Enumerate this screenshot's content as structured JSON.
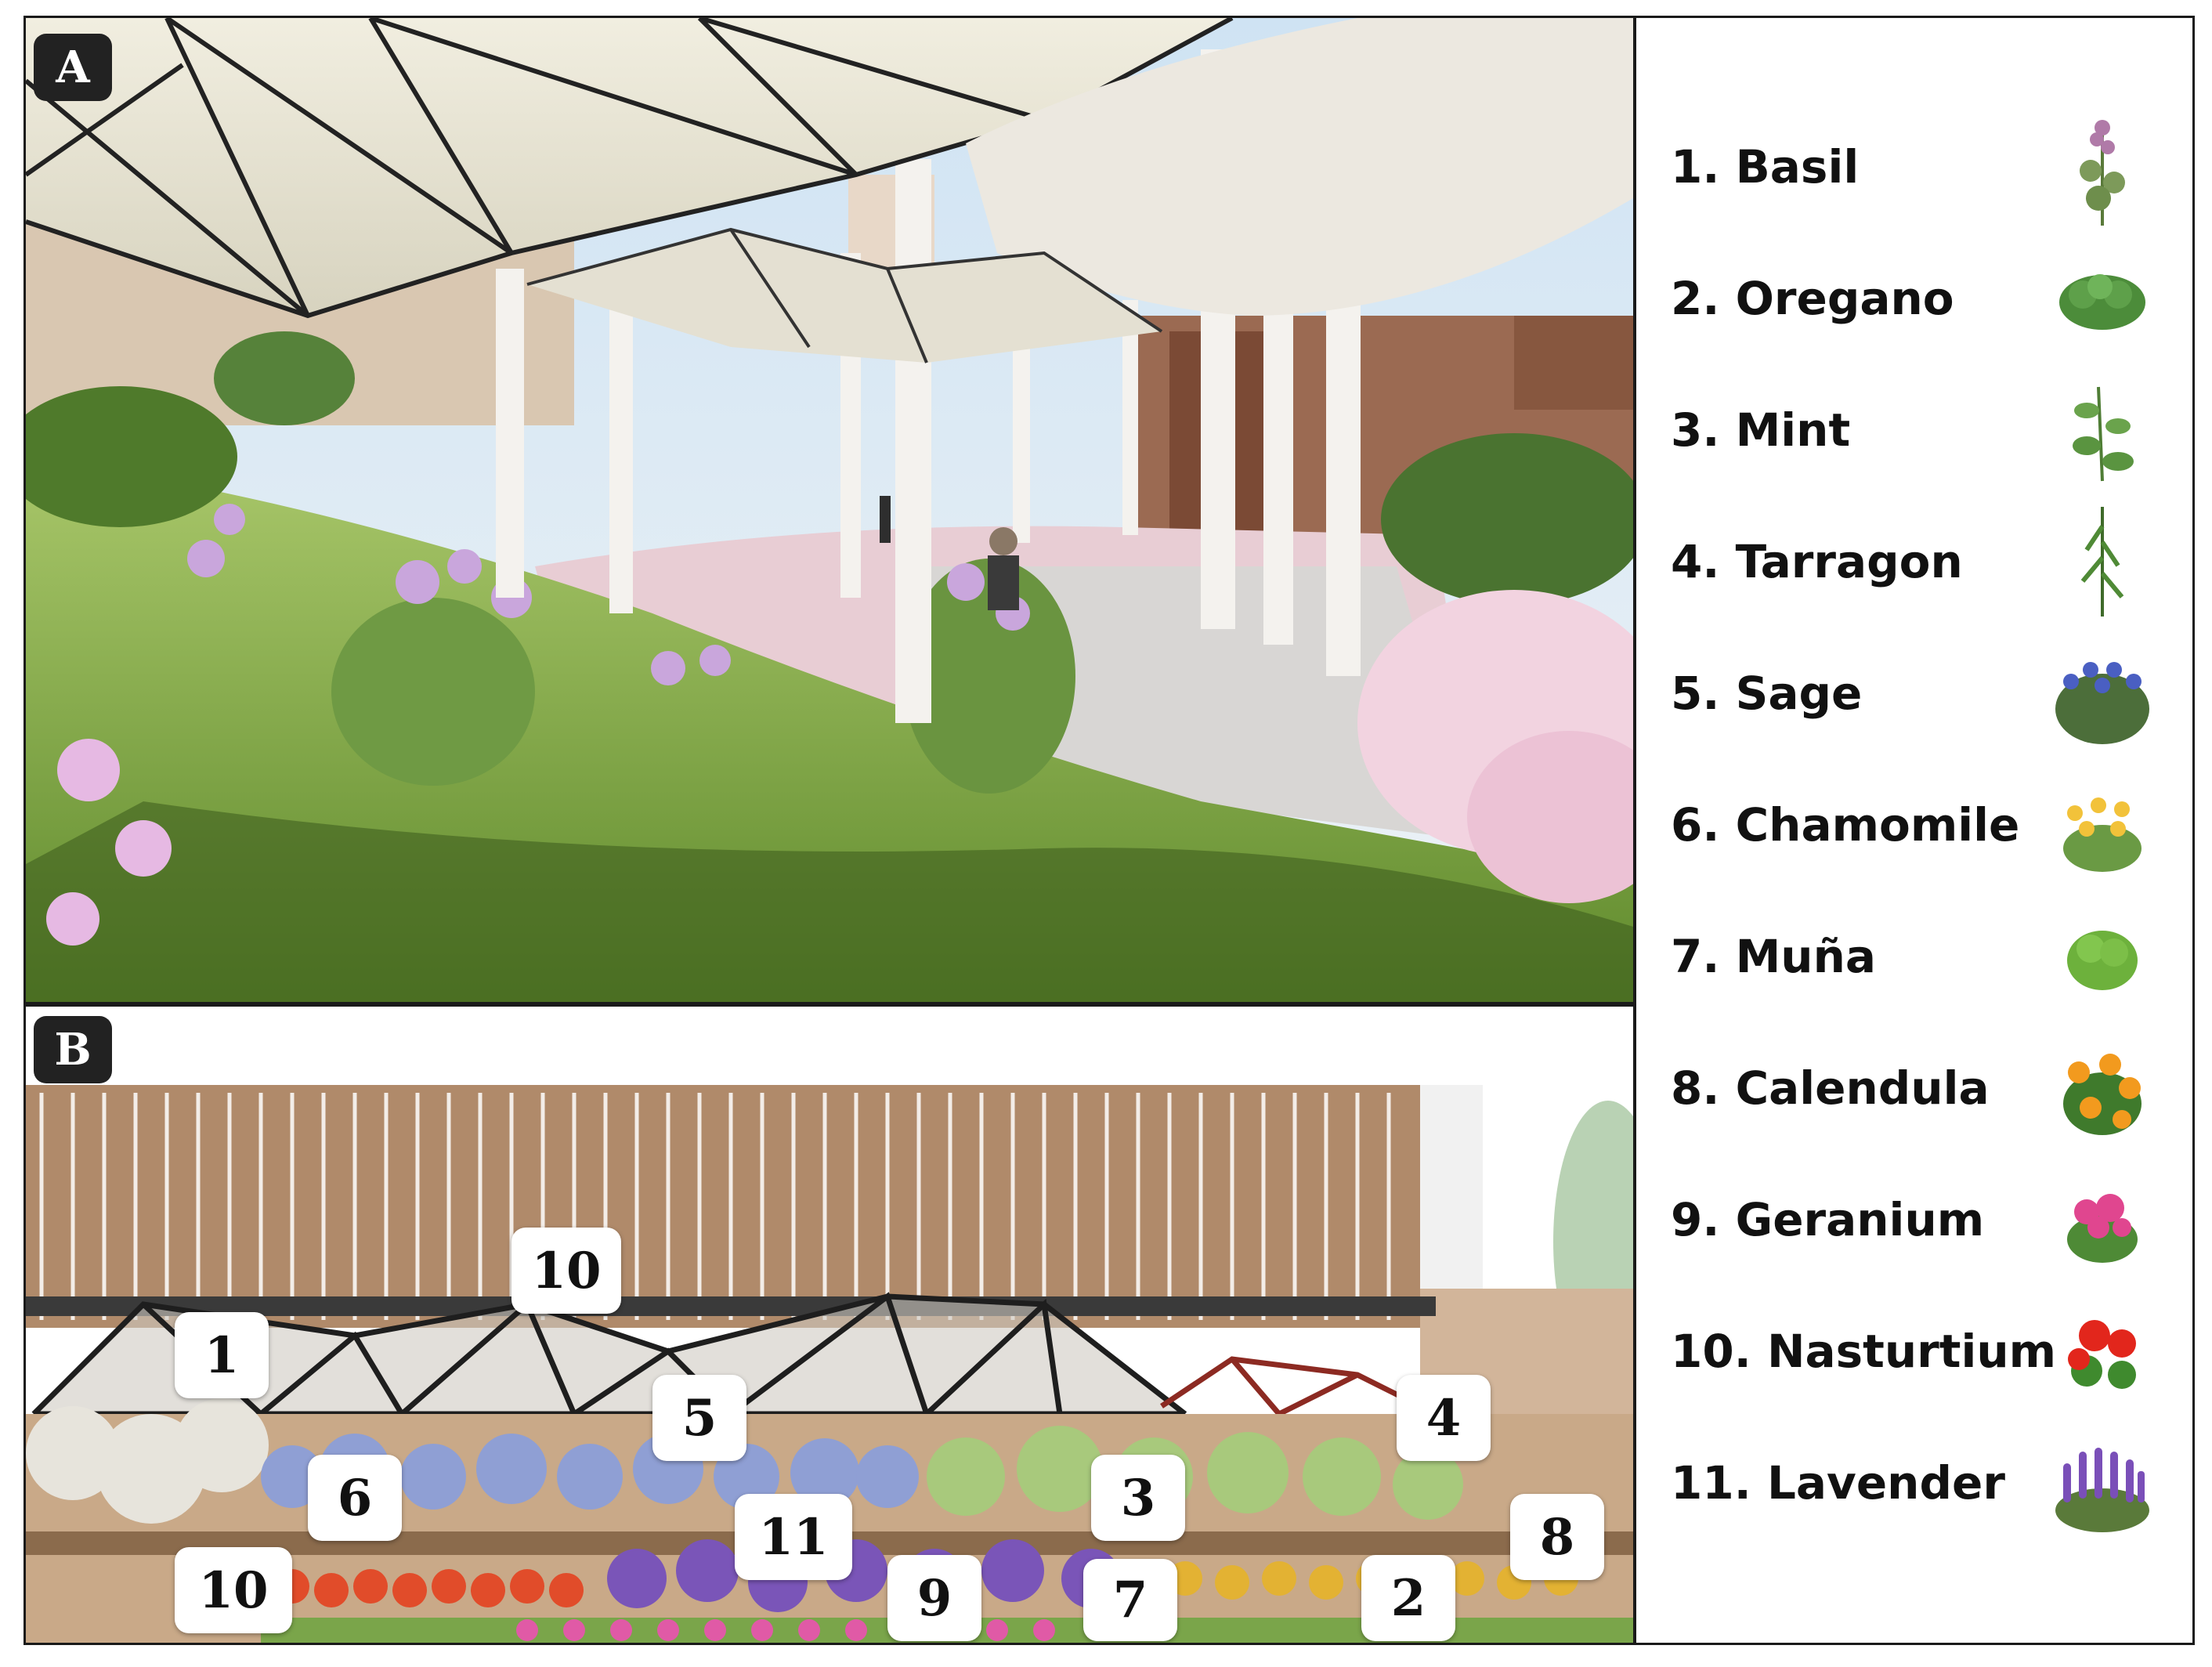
{
  "panels": {
    "a_label": "A",
    "b_label": "B"
  },
  "legend": [
    {
      "label": "1. Basil",
      "icon": "basil-plant-icon"
    },
    {
      "label": "2. Oregano",
      "icon": "oregano-plant-icon"
    },
    {
      "label": "3. Mint",
      "icon": "mint-plant-icon"
    },
    {
      "label": "4. Tarragon",
      "icon": "tarragon-plant-icon"
    },
    {
      "label": "5. Sage",
      "icon": "sage-plant-icon"
    },
    {
      "label": "6. Chamomile",
      "icon": "chamomile-plant-icon"
    },
    {
      "label": "7. Muña",
      "icon": "muna-plant-icon"
    },
    {
      "label": "8. Calendula",
      "icon": "calendula-plant-icon"
    },
    {
      "label": "9. Geranium",
      "icon": "geranium-plant-icon"
    },
    {
      "label": "10. Nasturtium",
      "icon": "nasturtium-plant-icon"
    },
    {
      "label": "11. Lavender",
      "icon": "lavender-plant-icon"
    }
  ],
  "callouts": [
    {
      "label": "10"
    },
    {
      "label": "1"
    },
    {
      "label": "5"
    },
    {
      "label": "4"
    },
    {
      "label": "6"
    },
    {
      "label": "3"
    },
    {
      "label": "11"
    },
    {
      "label": "8"
    },
    {
      "label": "10"
    },
    {
      "label": "9"
    },
    {
      "label": "7"
    },
    {
      "label": "2"
    }
  ]
}
